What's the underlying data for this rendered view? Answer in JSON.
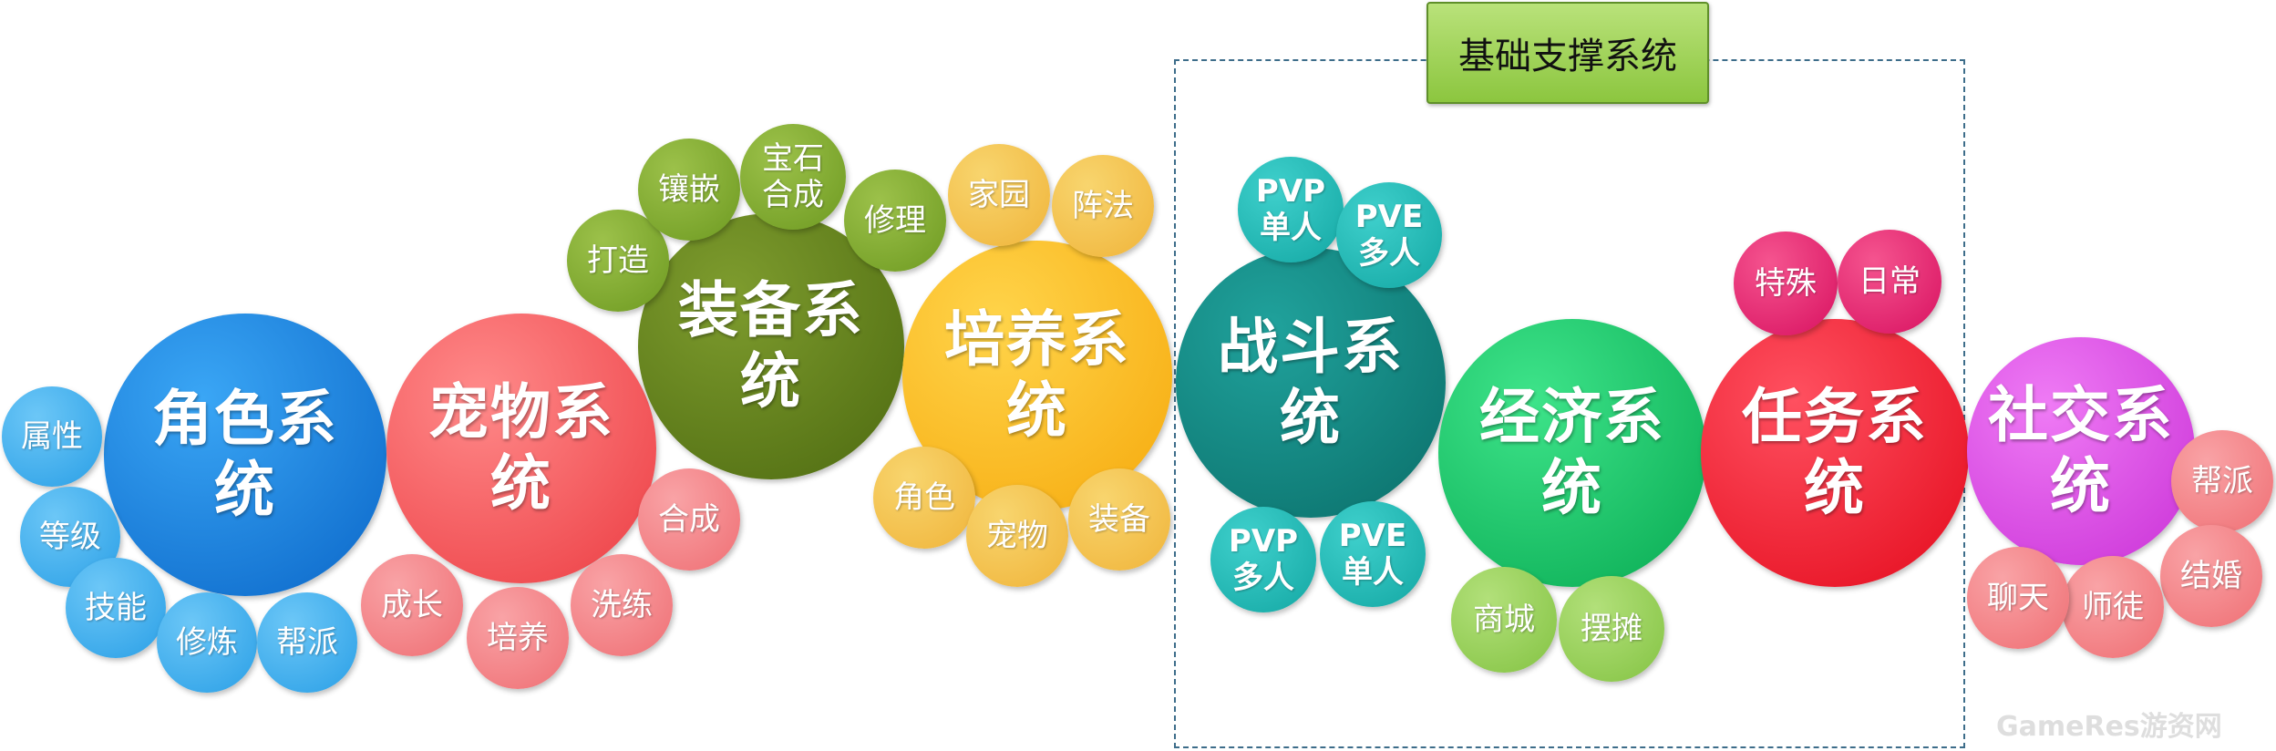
{
  "frame": {
    "label": "基础支撑系统"
  },
  "systems": {
    "role": "角色系\n统",
    "pet": "宠物系\n统",
    "equip": "装备系\n统",
    "train": "培养系\n统",
    "combat": "战斗系\n统",
    "economy": "经济系\n统",
    "quest": "任务系\n统",
    "social": "社交系\n统"
  },
  "role_items": [
    "属性",
    "等级",
    "技能",
    "修炼",
    "帮派"
  ],
  "pet_items": [
    "成长",
    "培养",
    "洗练",
    "合成"
  ],
  "equip_items": [
    "打造",
    "镶嵌",
    "宝石\n合成",
    "修理"
  ],
  "train_items": [
    "家园",
    "阵法",
    "角色",
    "宠物",
    "装备"
  ],
  "combat_items": [
    "PVP\n单人",
    "PVE\n多人",
    "PVP\n多人",
    "PVE\n单人"
  ],
  "economy_items": [
    "商城",
    "摆摊"
  ],
  "quest_items": [
    "特殊",
    "日常"
  ],
  "social_items": [
    "帮派",
    "结婚",
    "师徒",
    "聊天"
  ],
  "watermark": "GameRes游资网",
  "colors": {
    "blue": "#1a86e0",
    "light_blue": "#3fb1f2",
    "salmon": "#f05a5a",
    "light_salmon": "#f47f82",
    "olive": "#5f7d17",
    "light_olive": "#7ba62a",
    "orange": "#f9b81a",
    "light_orange": "#f4c24e",
    "teal": "#0e8b86",
    "light_teal": "#1fb5b2",
    "green": "#20c46a",
    "light_green": "#8fcf4f",
    "red": "#f01c2e",
    "pink": "#e8206d",
    "magenta": "#d63ee0",
    "light_pink": "#f07f89"
  }
}
